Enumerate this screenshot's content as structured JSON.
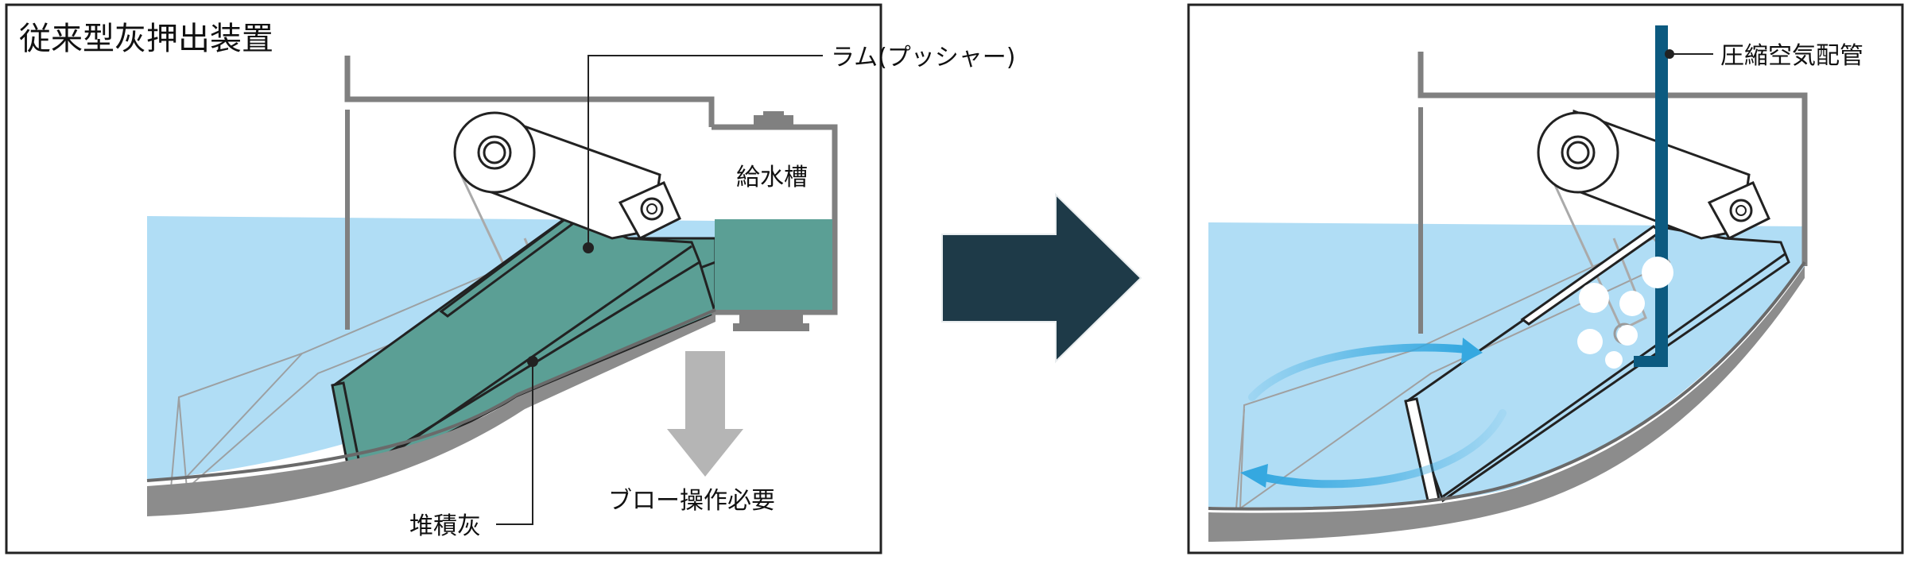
{
  "left_panel": {
    "title": "従来型灰押出装置",
    "ram_label": "ラム(プッシャー)",
    "tank_label": "給水槽",
    "ash_label": "堆積灰",
    "blow_label": "ブロー操作必要"
  },
  "right_panel": {
    "pipe_label": "圧縮空気配管"
  },
  "colors": {
    "water": "#b0ddf5",
    "teal": "#5b9f95",
    "arrow_dark": "#1e3a48",
    "pipe": "#0c5a80",
    "circulation": "#35a8e0",
    "floor": "#8c8c8c"
  },
  "icons": {
    "transition_arrow": "right-arrow-icon",
    "blow_arrow": "down-arrow-icon",
    "circulation_arrow": "circular-flow-icon"
  }
}
